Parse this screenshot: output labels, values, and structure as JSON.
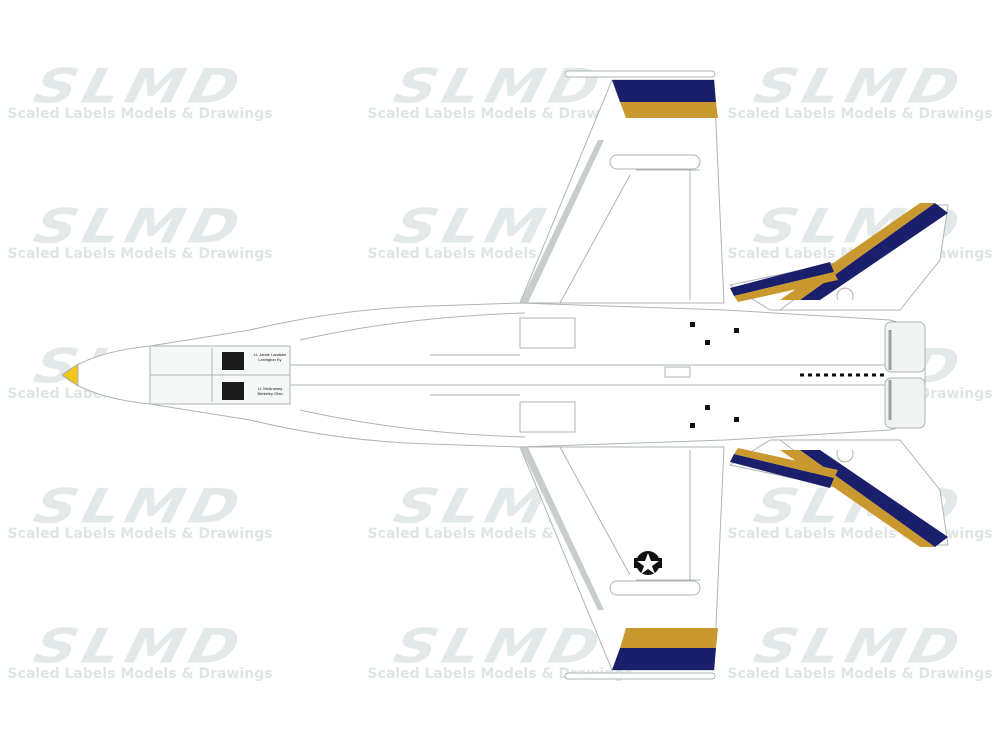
{
  "watermark": {
    "logo": "SLMD",
    "text": "Scaled Labels Models & Drawings"
  },
  "stencils": {
    "canopy_name_1": "Lt. Jamie Landsbe",
    "canopy_name_2": "Lexington Ky",
    "canopy_name_3": "Lt. McAnaney",
    "canopy_name_4": "Berkeley Ohio"
  },
  "colors": {
    "navy": "#1a1f6b",
    "gold": "#c9982f",
    "outline": "#aeb4b4",
    "nose_cone": "#f2c51a",
    "background": "#ffffff"
  }
}
